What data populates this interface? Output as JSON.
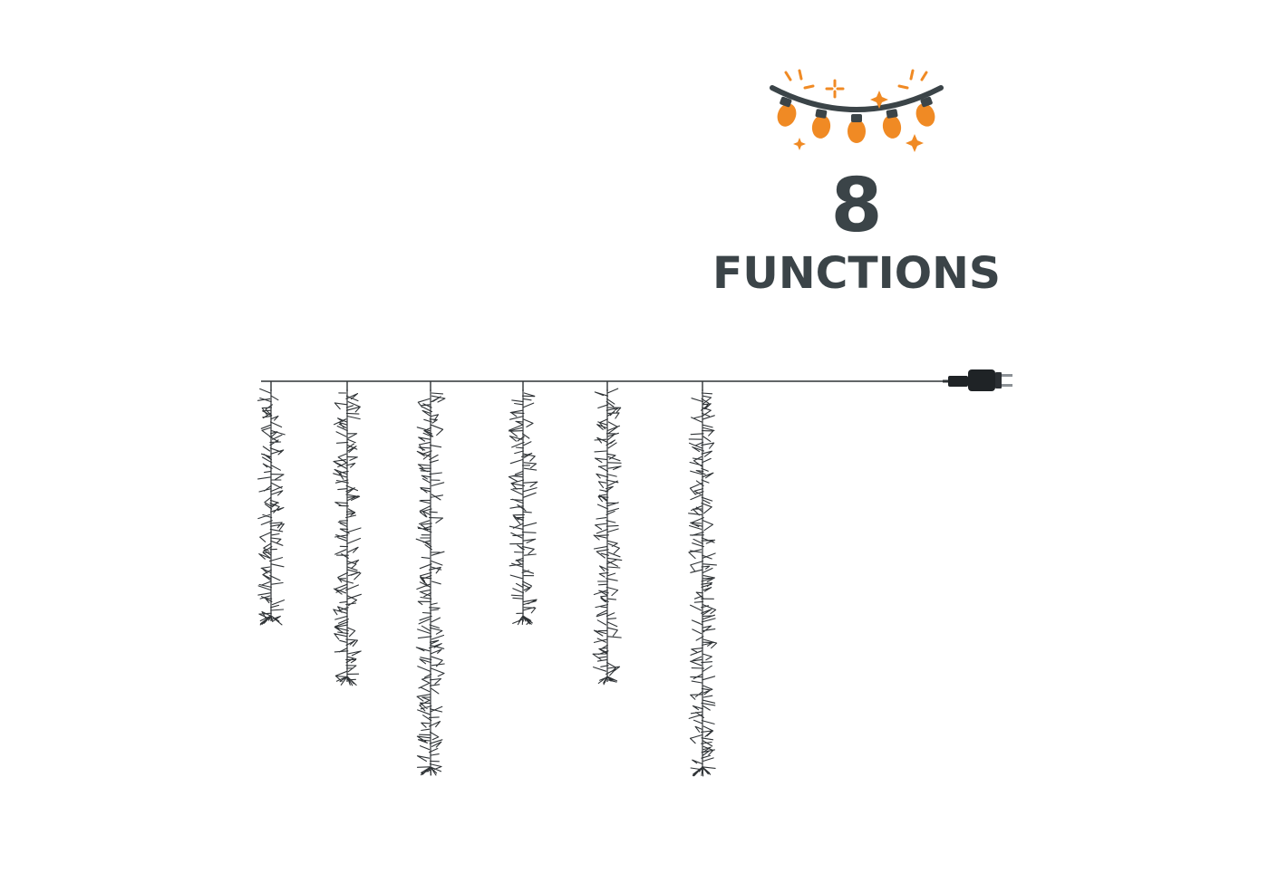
{
  "badge": {
    "number": "8",
    "label": "FUNCTIONS",
    "icon": "string-lights-icon"
  },
  "product": {
    "icon": "cluster-icicle-light-curtain-icon",
    "strand_count": 6,
    "plug_icon": "power-plug-icon"
  },
  "colors": {
    "text": "#3b4448",
    "accent": "#f08a24",
    "wire": "#2f3336",
    "background": "#ffffff"
  }
}
